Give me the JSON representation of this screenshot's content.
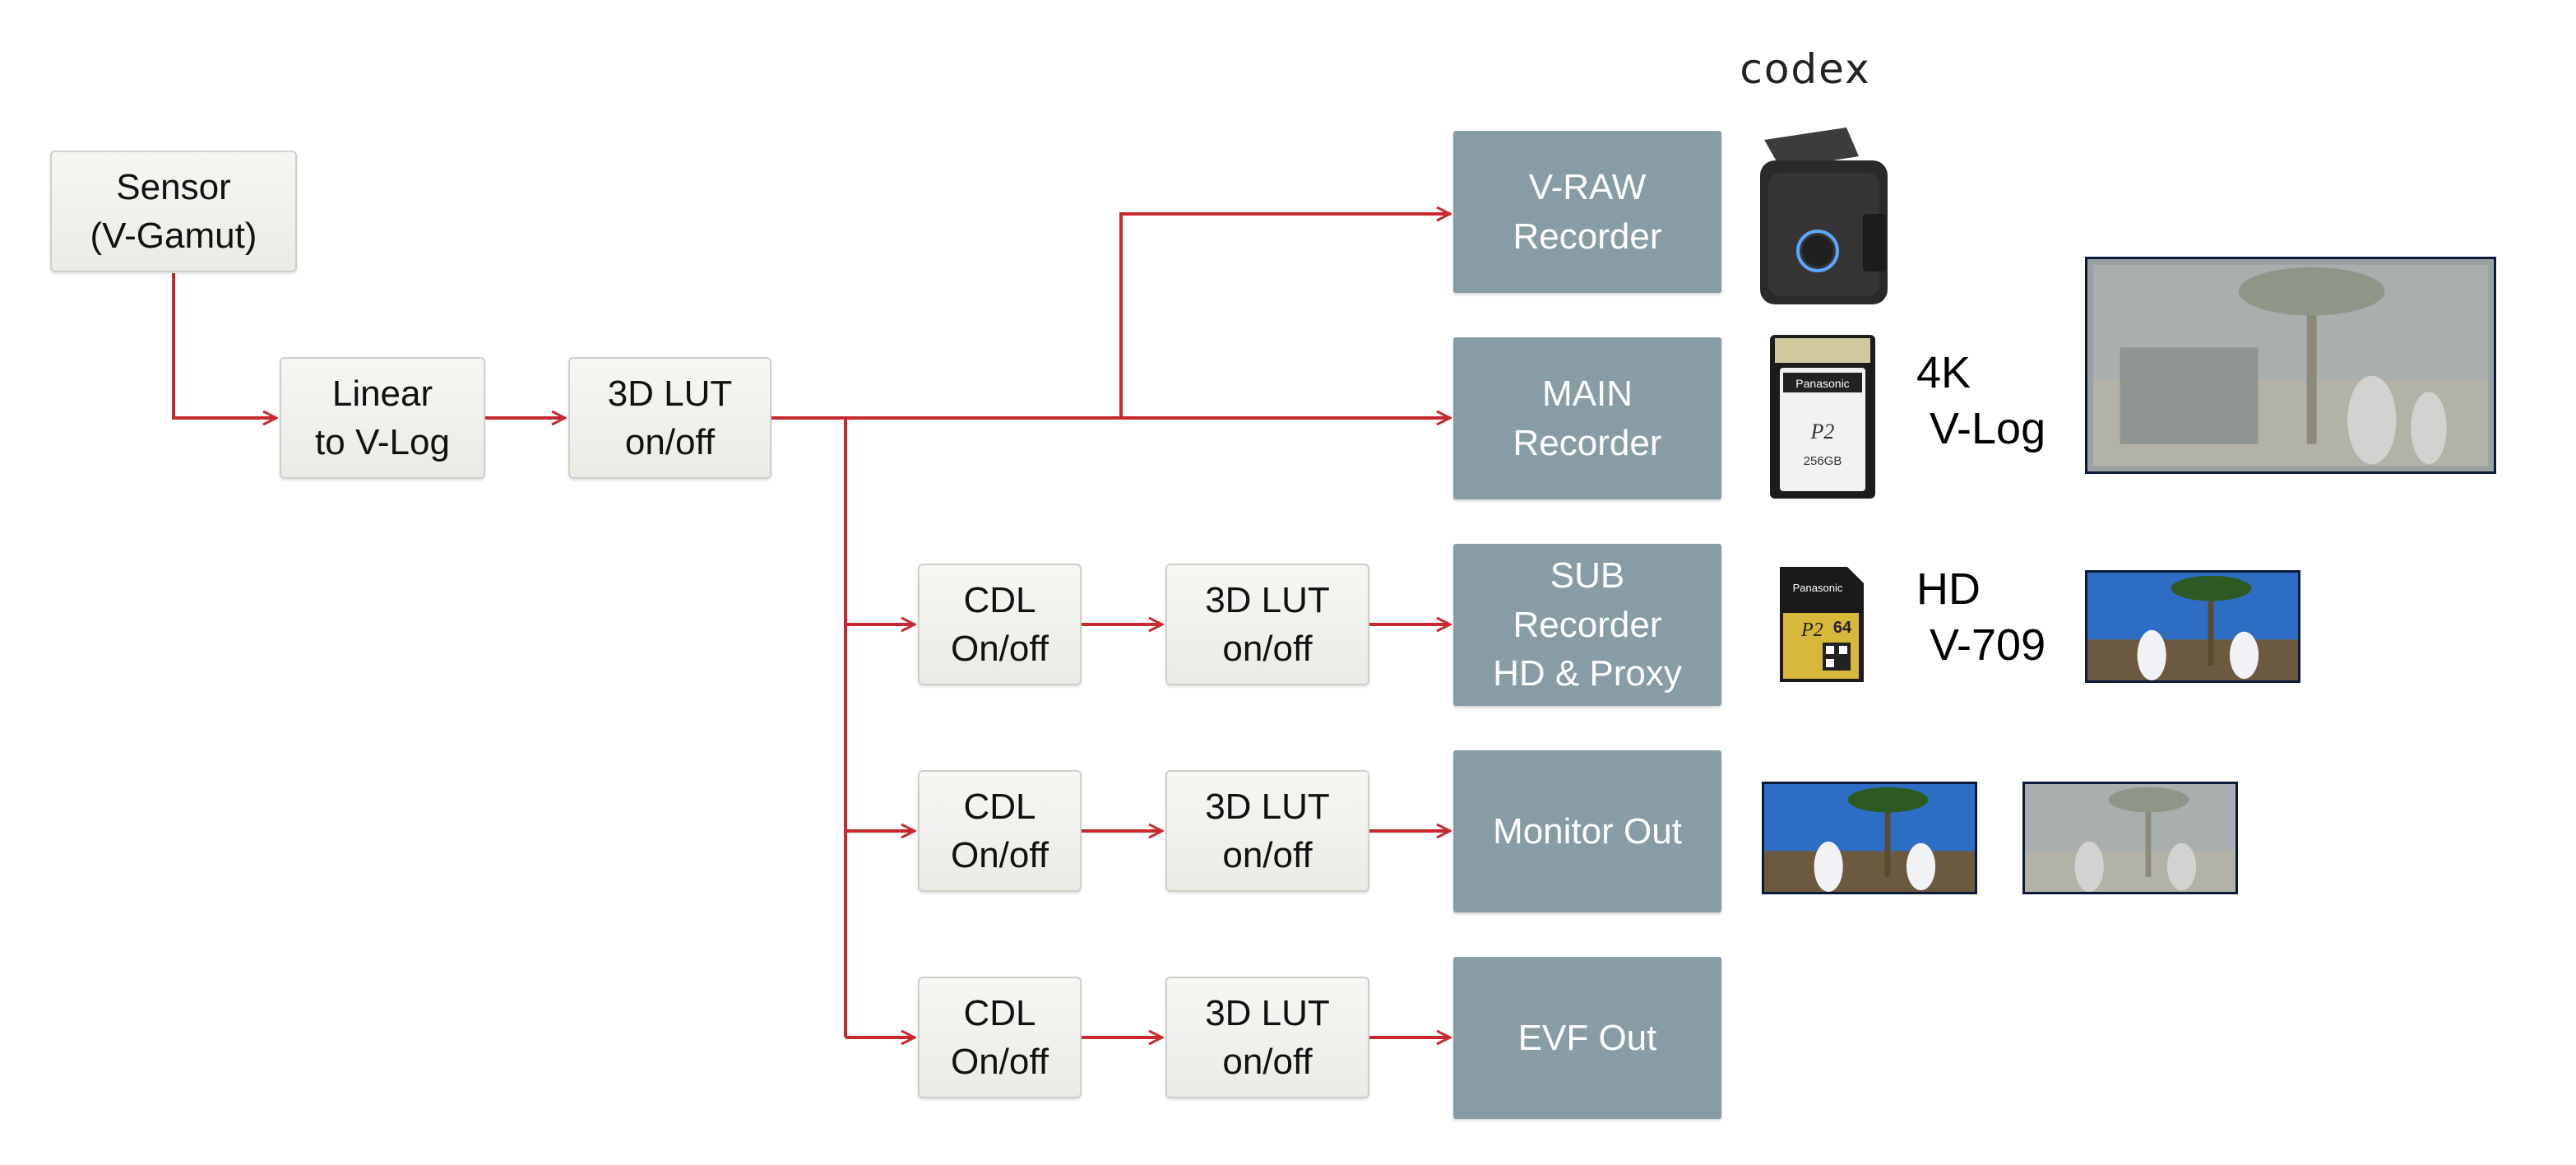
{
  "nodes": {
    "sensor": {
      "line1": "Sensor",
      "line2": "(V-Gamut)"
    },
    "linear": {
      "line1": "Linear",
      "line2": "to V-Log"
    },
    "lut_main": {
      "line1": "3D LUT",
      "line2": "on/off"
    },
    "cdl_sub": {
      "line1": "CDL",
      "line2": "On/off"
    },
    "lut_sub": {
      "line1": "3D LUT",
      "line2": "on/off"
    },
    "cdl_mon": {
      "line1": "CDL",
      "line2": "On/off"
    },
    "lut_mon": {
      "line1": "3D LUT",
      "line2": "on/off"
    },
    "cdl_evf": {
      "line1": "CDL",
      "line2": "On/off"
    },
    "lut_evf": {
      "line1": "3D LUT",
      "line2": "on/off"
    }
  },
  "outputs": {
    "vraw": {
      "line1": "V-RAW",
      "line2": "Recorder"
    },
    "main": {
      "line1": "MAIN",
      "line2": "Recorder"
    },
    "sub": {
      "line1": "SUB",
      "line2": "Recorder",
      "line3": "HD & Proxy"
    },
    "monitor": {
      "line1": "Monitor Out"
    },
    "evf": {
      "line1": "EVF Out"
    }
  },
  "labels": {
    "main_format": {
      "line1": "4K",
      "line2": "V-Log"
    },
    "sub_format": {
      "line1": "HD",
      "line2": "V-709"
    }
  },
  "logos": {
    "codex": "codex"
  },
  "media": {
    "p2_card_brand": "Panasonic",
    "p2_card_capacity": "256GB",
    "sd_card_brand": "Panasonic",
    "sd_card_capacity": "64"
  },
  "colors": {
    "wire": "#c8282e",
    "output_box": "#889ca6",
    "process_box": "#eeeeea",
    "thumb_border": "#0b1a3a"
  }
}
